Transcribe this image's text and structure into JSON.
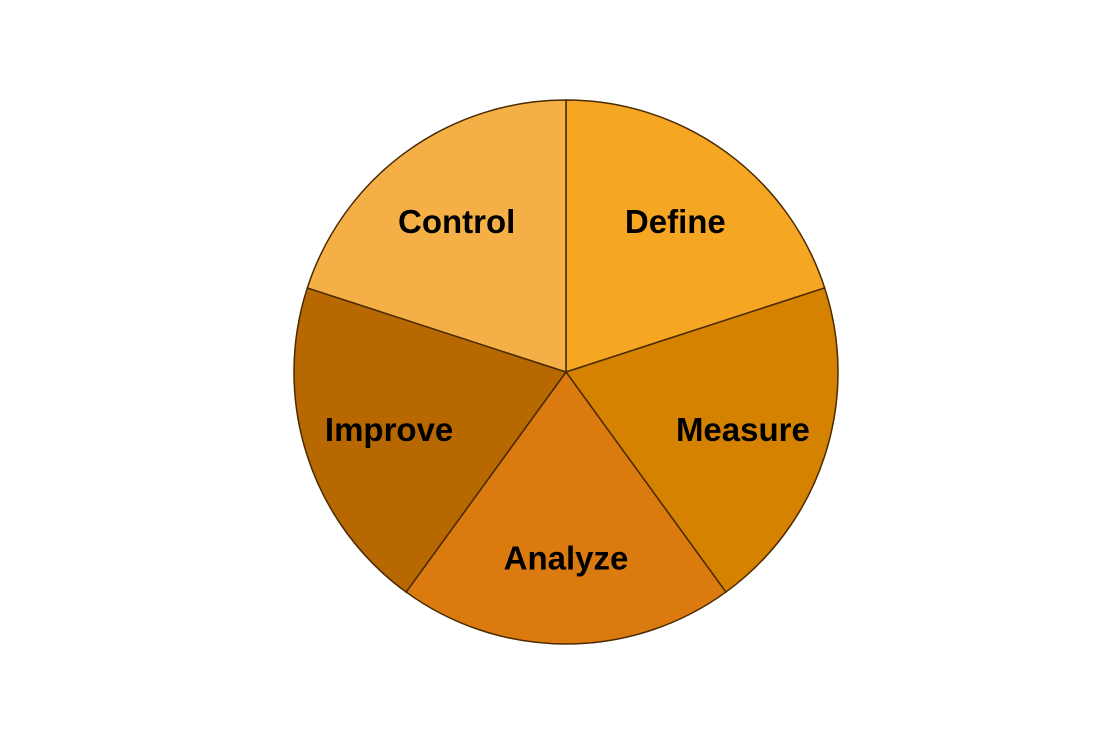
{
  "chart_data": {
    "type": "pie",
    "title": "",
    "start_angle_deg": 90,
    "direction": "clockwise",
    "categories": [
      "Define",
      "Measure",
      "Analyze",
      "Improve",
      "Control"
    ],
    "values": [
      20,
      20,
      20,
      20,
      20
    ],
    "colors": [
      "#F5A623",
      "#D58200",
      "#DB7B0F",
      "#B76800",
      "#F4B046"
    ],
    "edge_color": "#4A2A00",
    "legend": "none"
  }
}
